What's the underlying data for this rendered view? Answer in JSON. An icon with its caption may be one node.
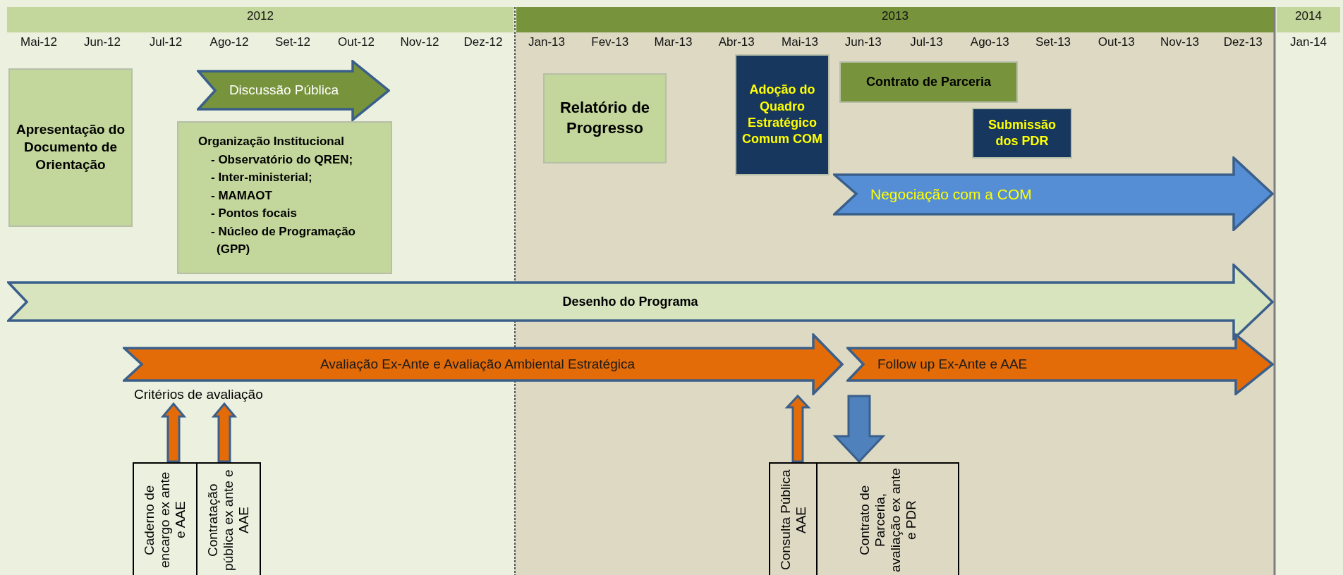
{
  "diagram": {
    "nodes": [
      {
        "text": [
          "Apresentação do Documento de Orientação"
        ]
      },
      {
        "text": [
          "Discussão Pública"
        ]
      },
      {
        "text": [
          "Organização Institucional",
          "- Observatório do QREN;",
          "- Inter-ministerial;",
          "- MAMAOT",
          "- Pontos focais",
          "- Núcleo de Programação (GPP)"
        ]
      },
      {
        "text": [
          "Relatório de Progresso"
        ]
      },
      {
        "text": [
          "Adoção do Quadro Estratégico Comum COM"
        ]
      },
      {
        "text": [
          "Contrato de Parceria"
        ]
      },
      {
        "text": [
          "Submissão dos PDR"
        ]
      },
      {
        "text": [
          "Negociação com a COM"
        ]
      },
      {
        "text": [
          "Desenho do Programa"
        ]
      },
      {
        "text": [
          "Avaliação Ex-Ante e Avaliação Ambiental Estratégica"
        ]
      },
      {
        "text": [
          "Follow up Ex-Ante e AAE"
        ]
      },
      {
        "text": [
          "Critérios de avaliação"
        ]
      },
      {
        "text": [
          "Caderno de encargo ex ante e AAE"
        ]
      },
      {
        "text": [
          "Contratação pública ex ante e AAE"
        ]
      },
      {
        "text": [
          "Consulta Pública AAE"
        ]
      },
      {
        "text": [
          "Contrato de Parceria, avaliação ex ante e PDR"
        ]
      }
    ],
    "edges": [
      {
        "from": 12,
        "to": 11,
        "arrow": "to"
      },
      {
        "from": 13,
        "to": 11,
        "arrow": "to"
      },
      {
        "from": 14,
        "to": 9,
        "arrow": "to"
      },
      {
        "from": 10,
        "to": 15,
        "arrow": "to",
        "color": "#4f81bd"
      }
    ],
    "labels": [
      "2012",
      "2013",
      "2014",
      "Mai-12",
      "Jun-12",
      "Jul-12",
      "Ago-12",
      "Set-12",
      "Out-12",
      "Nov-12",
      "Dez-12",
      "Jan-13",
      "Fev-13",
      "Mar-13",
      "Abr-13",
      "Mai-13",
      "Jun-13",
      "Jul-13",
      "Ago-13",
      "Set-13",
      "Out-13",
      "Nov-13",
      "Dez-13",
      "Jan-14"
    ]
  }
}
